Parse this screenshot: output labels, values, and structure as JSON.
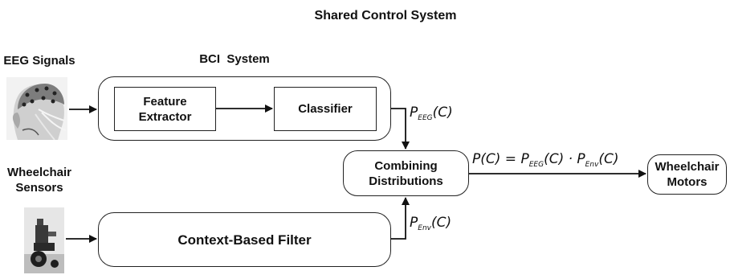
{
  "title": "Shared Control System",
  "inputs": {
    "eeg_label": "EEG Signals",
    "sensors_label_line1": "Wheelchair",
    "sensors_label_line2": "Sensors"
  },
  "bci": {
    "label": "BCI  System",
    "feature_extractor_line1": "Feature",
    "feature_extractor_line2": "Extractor",
    "classifier": "Classifier"
  },
  "filter": {
    "label": "Context-Based Filter"
  },
  "combiner": {
    "line1": "Combining",
    "line2": "Distributions"
  },
  "motors": {
    "line1": "Wheelchair",
    "line2": "Motors"
  },
  "equations": {
    "p_eeg_main": "P",
    "p_eeg_sub": "EEG",
    "p_eeg_arg": "(C)",
    "p_env_main": "P",
    "p_env_sub": "Env",
    "p_env_arg": "(C)",
    "combined_lhs": "P(C) = P",
    "combined_sub1": "EEG",
    "combined_mid": "(C) · P",
    "combined_sub2": "Env",
    "combined_rhs": "(C)"
  }
}
